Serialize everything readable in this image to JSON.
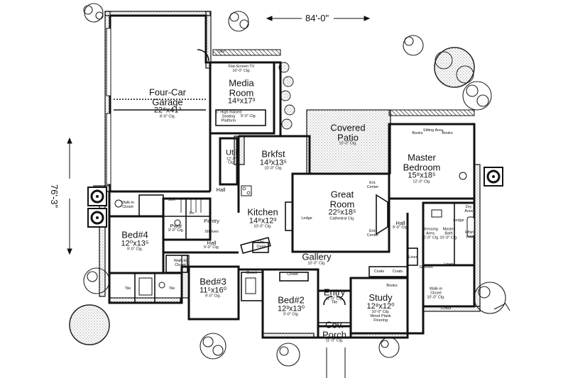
{
  "dimensions": {
    "width": "84'-0\"",
    "depth": "76'-3\""
  },
  "rooms": {
    "garage": {
      "name": "Four-Car\nGarage",
      "size": "22⁸x41³",
      "ceiling": "8'-0\" Clg."
    },
    "media": {
      "name": "Media\nRoom",
      "size": "14⁸x17³",
      "note_top": "Flat-Screen TV",
      "ceiling": "10'-0\" Clg.",
      "note_platform": "6\" High Raised Seating Platform",
      "ceiling2": "9'-0\" Clg."
    },
    "brkfst": {
      "name": "Brkfst",
      "size": "14³x13⁵",
      "ceiling": "10'-0\" Clg."
    },
    "patio": {
      "name": "Covered\nPatio",
      "ceiling": "10'-0\" Clg."
    },
    "master": {
      "name": "Master\nBedroom",
      "size": "15⁸x18⁵",
      "ceiling": "12'-0\" Clg.",
      "note_sitting": "Sitting Area",
      "note_books1": "Books",
      "note_books2": "Books"
    },
    "util": {
      "name": "Util",
      "size": "12'-0\"",
      "ceiling": "Clg."
    },
    "great": {
      "name": "Great\nRoom",
      "size": "22⁵x18⁵",
      "ceiling": "Cathedral Clg.",
      "note_ent1": "Ent. Center",
      "note_ent2": "Ent. Center",
      "note_ledge": "Ledge"
    },
    "kitchen": {
      "name": "Kitchen",
      "size": "14⁸x12³",
      "ceiling": "10'-0\" Clg."
    },
    "bed4": {
      "name": "Bed#4",
      "size": "12⁰x13⁵",
      "ceiling": "9'-0\" Clg."
    },
    "bed3": {
      "name": "Bed#3",
      "size": "11⁵x16⁰",
      "ceiling": "9'-0\" Clg."
    },
    "bed2": {
      "name": "Bed#2",
      "size": "12³x13⁰",
      "ceiling": "9'-0\" Clg."
    },
    "study": {
      "name": "Study",
      "size": "12⁸x12⁰",
      "ceiling": "10'-0\" Clg.",
      "note_floor": "Wood Plank Flooring",
      "note_books": "Books"
    },
    "entry": {
      "name": "Entry",
      "ceiling": "11'-0\" Clg.",
      "note_tile": "Tile"
    },
    "porch": {
      "name": "Cov.\nPorch",
      "ceiling": "11'-0\" Clg."
    },
    "gallery": {
      "name": "Gallery",
      "ceiling": "10'-0\" Clg."
    },
    "hall_w": {
      "name": "Hall"
    },
    "hall_c": {
      "name": "Hall",
      "ceiling": "9'-0\" Clg."
    },
    "hall_e": {
      "name": "Hall",
      "ceiling": "9'-0\" Clg."
    },
    "pantry": {
      "name": "Pantry"
    },
    "pwdr": {
      "name": "Pwdr",
      "ceiling": "9'-0\" Clg."
    },
    "master_bath": {
      "name": "Master\nBath",
      "ceiling": "10'-0\" Clg."
    },
    "dressing": {
      "name": "Dressing\nArea",
      "ceiling": "10'-0\" Clg."
    },
    "walkin_master": {
      "name": "Walk-in\nCloset",
      "ceiling": "10'-0\" Clg."
    }
  },
  "small_labels": {
    "stor": "Stor.",
    "stor2": "Stor",
    "walkin_closet_w": "Walk-in\nCloset",
    "walkin_closet_c": "Walk-in\nCloset",
    "shelves1": "Shelves",
    "shelves2": "Shelves",
    "dbl_oven": "Dbl.\nOven",
    "dry_area": "Dry\nArea",
    "whirlpool": "Whirl-\npool",
    "linen1": "Linen",
    "linen2": "Linen",
    "coats1": "Coats",
    "coats2": "Coats",
    "closet1": "Closet",
    "closet2": "Closet",
    "chest": "Chest",
    "ledge2": "Ledge",
    "tile1": "Tile",
    "tile2": "Tile",
    "dn": "Dn"
  },
  "colors": {
    "line": "#111111",
    "paper": "#ffffff"
  },
  "icons": [
    "tree-icon",
    "ac-unit-icon",
    "water-heater-icon",
    "range-icon"
  ]
}
